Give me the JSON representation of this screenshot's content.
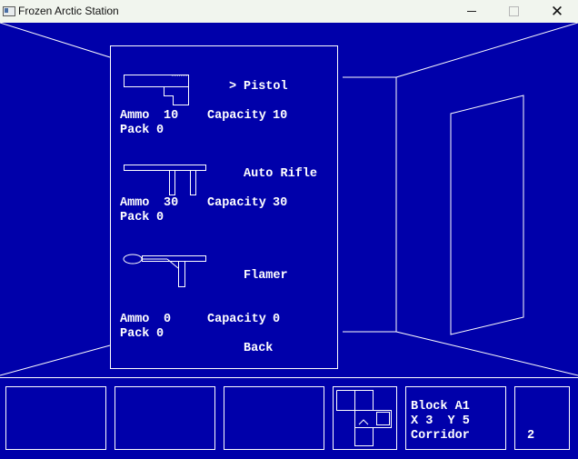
{
  "window": {
    "title": "Frozen Arctic Station",
    "minimize_icon": "minimize-icon",
    "maximize_icon": "maximize-icon",
    "close_icon": "close-icon"
  },
  "colors": {
    "background": "#0000aa",
    "line": "#ffffff",
    "text": "#ffffff"
  },
  "weapon_menu": {
    "selected_marker": ">",
    "weapons": [
      {
        "name": "Pistol",
        "icon": "pistol-icon",
        "ammo_label": "Ammo",
        "ammo": "10",
        "capacity_label": "Capacity",
        "capacity": "10",
        "pack_label": "Pack",
        "pack": "0",
        "selected": true
      },
      {
        "name": "Auto Rifle",
        "icon": "auto-rifle-icon",
        "ammo_label": "Ammo",
        "ammo": "30",
        "capacity_label": "Capacity",
        "capacity": "30",
        "pack_label": "Pack",
        "pack": "0",
        "selected": false
      },
      {
        "name": "Flamer",
        "icon": "flamer-icon",
        "ammo_label": "Ammo",
        "ammo": "0",
        "capacity_label": "Capacity",
        "capacity": "0",
        "pack_label": "Pack",
        "pack": "0",
        "selected": false
      }
    ],
    "back_label": "Back"
  },
  "hud": {
    "slots": [
      "",
      "",
      ""
    ],
    "minimap_icon": "minimap-icon",
    "location": {
      "block": "Block A1",
      "coords": "X 3  Y 5",
      "area": "Corridor"
    },
    "counter": "2"
  }
}
